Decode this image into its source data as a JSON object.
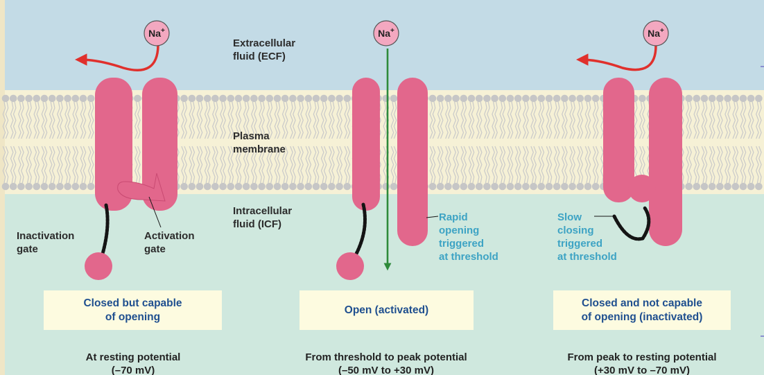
{
  "colors": {
    "ecf": "#c3dbe6",
    "membrane": "#f6f1d6",
    "icf": "#cfe8de",
    "lipid_head": "#c6c6c6",
    "channel": "#e2678c",
    "channel_shade": "#c94a72",
    "na_fill": "#f3a8c0",
    "flow_arrow": "#e0302c",
    "flux_arrow": "#2e8a3a",
    "gate_chain": "#141414",
    "label_text": "#2b2b2b",
    "cyan_text": "#3da3c4",
    "state_text": "#1f4f8f",
    "state_box": "#fdfbe0"
  },
  "icons": {
    "ion": "na-ion-circle",
    "flow": "curved-arrow",
    "flux": "down-arrow"
  },
  "regions": {
    "ecf": "Extracellular\nfluid (ECF)",
    "membrane": "Plasma\nmembrane",
    "icf": "Intracellular\nfluid (ICF)"
  },
  "ion_base": "Na",
  "ion_charge": "+",
  "panels": [
    {
      "state": "Closed but capable\nof opening",
      "caption": "At resting potential\n(–70 mV)",
      "labels": {
        "inactivation_gate": "Inactivation\ngate",
        "activation_gate": "Activation\ngate"
      }
    },
    {
      "state": "Open (activated)",
      "caption": "From threshold to peak potential\n(–50 mV to +30 mV)",
      "note": "Rapid\nopening\ntriggered\nat threshold"
    },
    {
      "state": "Closed and not capable\nof opening (inactivated)",
      "caption": "From peak to resting potential\n(+30 mV to –70 mV)",
      "note": "Slow\nclosing\ntriggered\nat threshold"
    }
  ]
}
